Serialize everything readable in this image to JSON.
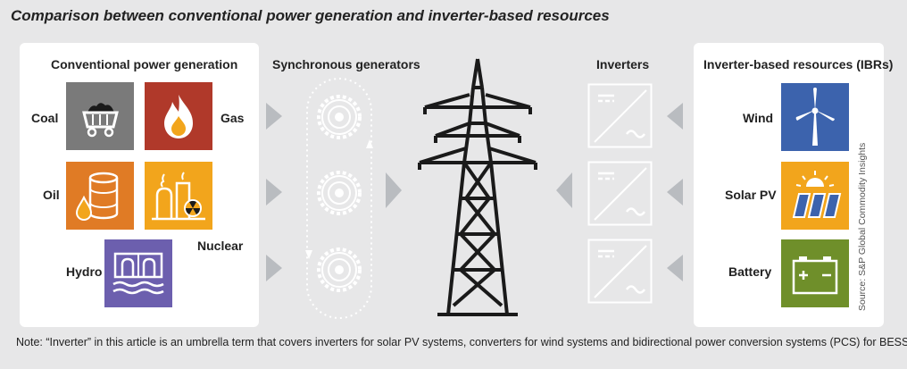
{
  "title": "Comparison between conventional power generation and inverter-based resources",
  "conventional": {
    "header": "Conventional power generation",
    "items": {
      "coal": "Coal",
      "gas": "Gas",
      "oil": "Oil",
      "nuclear": "Nuclear",
      "hydro": "Hydro"
    }
  },
  "synchronous": {
    "header": "Synchronous generators"
  },
  "inverters": {
    "header": "Inverters"
  },
  "ibr": {
    "header": "Inverter-based resources (IBRs)",
    "items": {
      "wind": "Wind",
      "solar": "Solar PV",
      "battery": "Battery"
    }
  },
  "source": "Source: S&P Global Commodity Insights",
  "note": "Note: “Inverter” in this article is an umbrella term that covers inverters for solar PV systems, converters for wind systems and bidirectional power conversion systems (PCS) for BESS.",
  "colors": {
    "coal": "#7a7a7a",
    "gas": "#b0392a",
    "oil": "#e07b25",
    "nuclear": "#f2a51c",
    "hydro": "#6c5fae",
    "wind": "#3c63ad",
    "solar": "#f2a51c",
    "battery": "#6f8f2a",
    "arrow": "#b9bcc0"
  }
}
